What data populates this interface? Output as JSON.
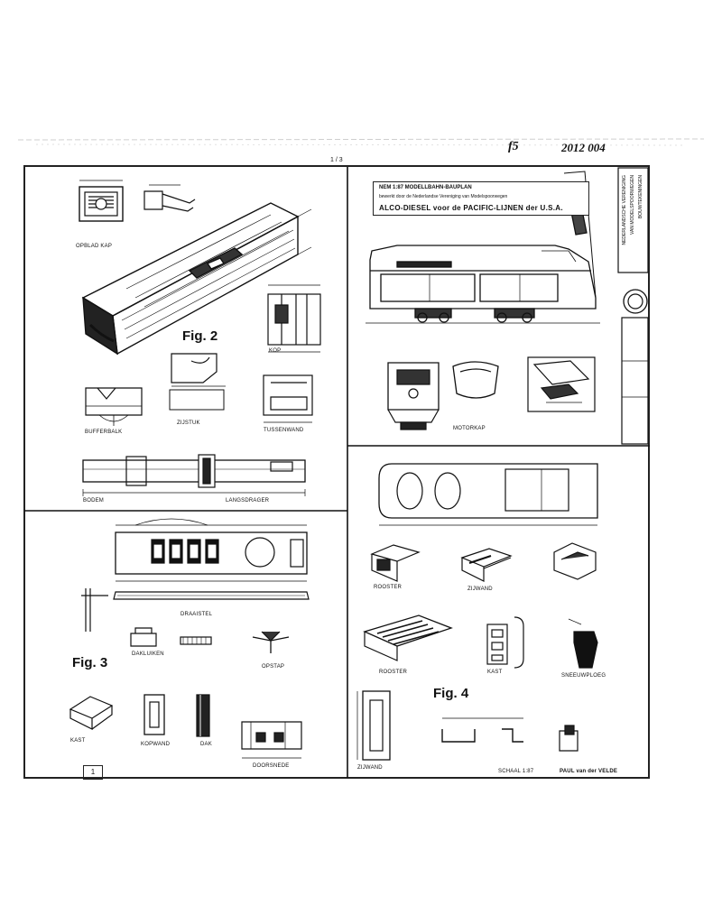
{
  "header": {
    "handwritten_left": "f5",
    "handwritten_right": "2012 004",
    "page_mark": "1 / 3"
  },
  "title_block": {
    "line1": "NEM 1:87 MODELLBAHN-BAUPLAN",
    "line2": "bewerkt door de Nederlandse Vereniging van Modelspoorwegen",
    "line3": "ALCO-DIESEL voor de PACIFIC-LIJNEN der U.S.A."
  },
  "side_strip": {
    "line1": "NEDERLANDSCHE VERENIGING",
    "line2": "VAN MODELSPOORWEGEN",
    "line3": "BOUWTEKENINGEN"
  },
  "figures": {
    "fig2": "Fig. 2",
    "fig3": "Fig. 3",
    "fig4": "Fig. 4"
  },
  "labels": {
    "front_view": "OPBLAD KAP",
    "bodem": "BODEM",
    "kop": "KOP",
    "zijstuk": "ZIJSTUK",
    "langsdrager": "LANGSDRAGER",
    "draaistel": "DRAAISTEL",
    "zijwand": "ZIJWAND",
    "bufferbalk": "BUFFERBALK",
    "tussenwand": "TUSSENWAND",
    "motorkap": "MOTORKAP",
    "dak": "DAK",
    "rooster": "ROOSTER",
    "kast": "KAST",
    "sneeuwploeg": "SNEEUWPLOEG",
    "opstap": "OPSTAP",
    "dakluiken": "DAKLUIKEN",
    "kopwand": "KOPWAND",
    "doorsnede": "DOORSNEDE",
    "schaal": "SCHAAL 1:87",
    "signature": "PAUL van der VELDE",
    "bottom_mark": "1"
  }
}
